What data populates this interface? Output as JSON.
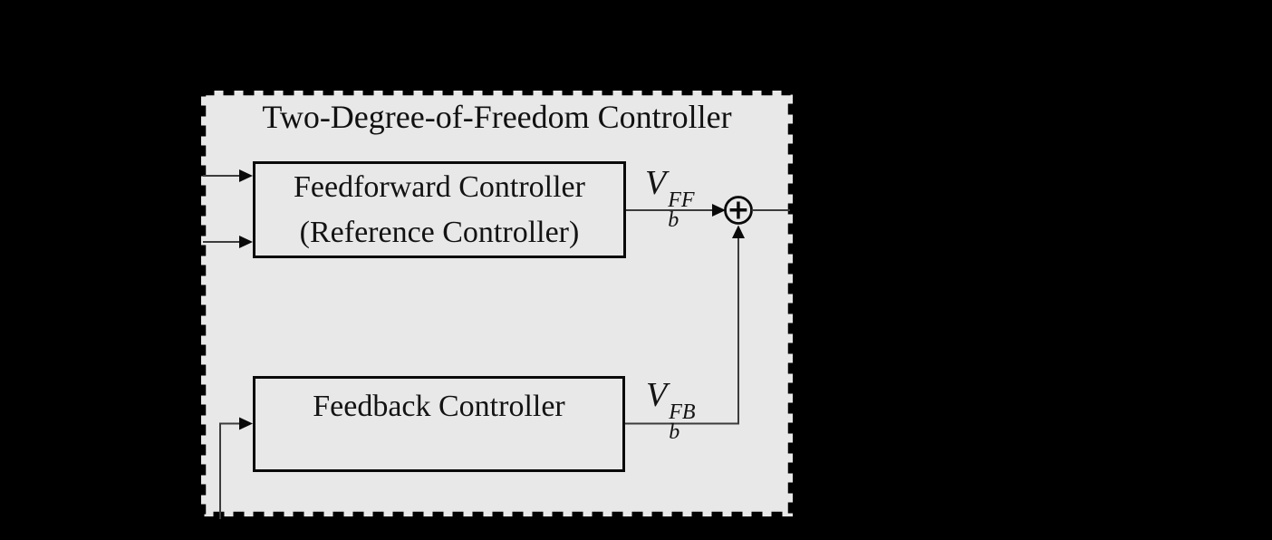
{
  "diagram": {
    "title": "Two-Degree-of-Freedom Controller",
    "feedforward_block": {
      "line1": "Feedforward Controller",
      "line2": "(Reference Controller)"
    },
    "feedback_block": {
      "label": "Feedback Controller"
    },
    "signals": {
      "feedforward_output": {
        "base": "V",
        "sub": "b",
        "sup": "FF"
      },
      "feedback_output": {
        "base": "V",
        "sub": "b",
        "sup": "FB"
      }
    },
    "summing_junction": {
      "operator": "+"
    },
    "colors": {
      "background": "#000000",
      "panel_fill": "#e8e8e8",
      "border": "#000000",
      "connector_line": "#3c3c3c",
      "text": "#111111"
    }
  }
}
